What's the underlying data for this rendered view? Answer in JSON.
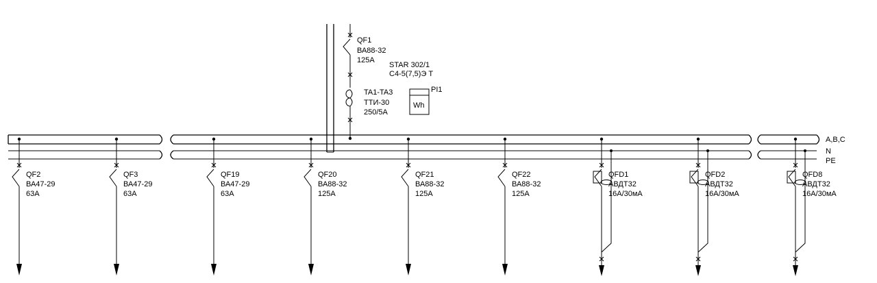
{
  "busbar": {
    "phase_label": "A,B,C",
    "neutral_label": "N",
    "pe_label": "PE"
  },
  "incoming": {
    "breaker": {
      "id": "QF1",
      "type": "ВА88-32",
      "rating": "125А"
    },
    "meter": {
      "model": "STAR 302/1",
      "spec": "С4-5(7,5)Э Т",
      "id": "PI1",
      "unit": "Wh"
    },
    "transformer": {
      "id": "TA1-TA3",
      "type": "ТТИ-30",
      "ratio": "250/5А"
    }
  },
  "feeders": [
    {
      "kind": "breaker",
      "id": "QF2",
      "type": "ВА47-29",
      "rating": "63А"
    },
    {
      "kind": "breaker",
      "id": "QF3",
      "type": "ВА47-29",
      "rating": "63А"
    },
    {
      "kind": "breaker",
      "id": "QF19",
      "type": "ВА47-29",
      "rating": "63А"
    },
    {
      "kind": "breaker",
      "id": "QF20",
      "type": "ВА88-32",
      "rating": "125А"
    },
    {
      "kind": "breaker",
      "id": "QF21",
      "type": "ВА88-32",
      "rating": "125А"
    },
    {
      "kind": "breaker",
      "id": "QF22",
      "type": "ВА88-32",
      "rating": "125А"
    },
    {
      "kind": "rcbo",
      "id": "QFD1",
      "type": "АВДТ32",
      "rating": "16А/30мА"
    },
    {
      "kind": "rcbo",
      "id": "QFD2",
      "type": "АВДТ32",
      "rating": "16А/30мА"
    },
    {
      "kind": "rcbo",
      "id": "QFD8",
      "type": "АВДТ32",
      "rating": "16А/30мА"
    }
  ]
}
